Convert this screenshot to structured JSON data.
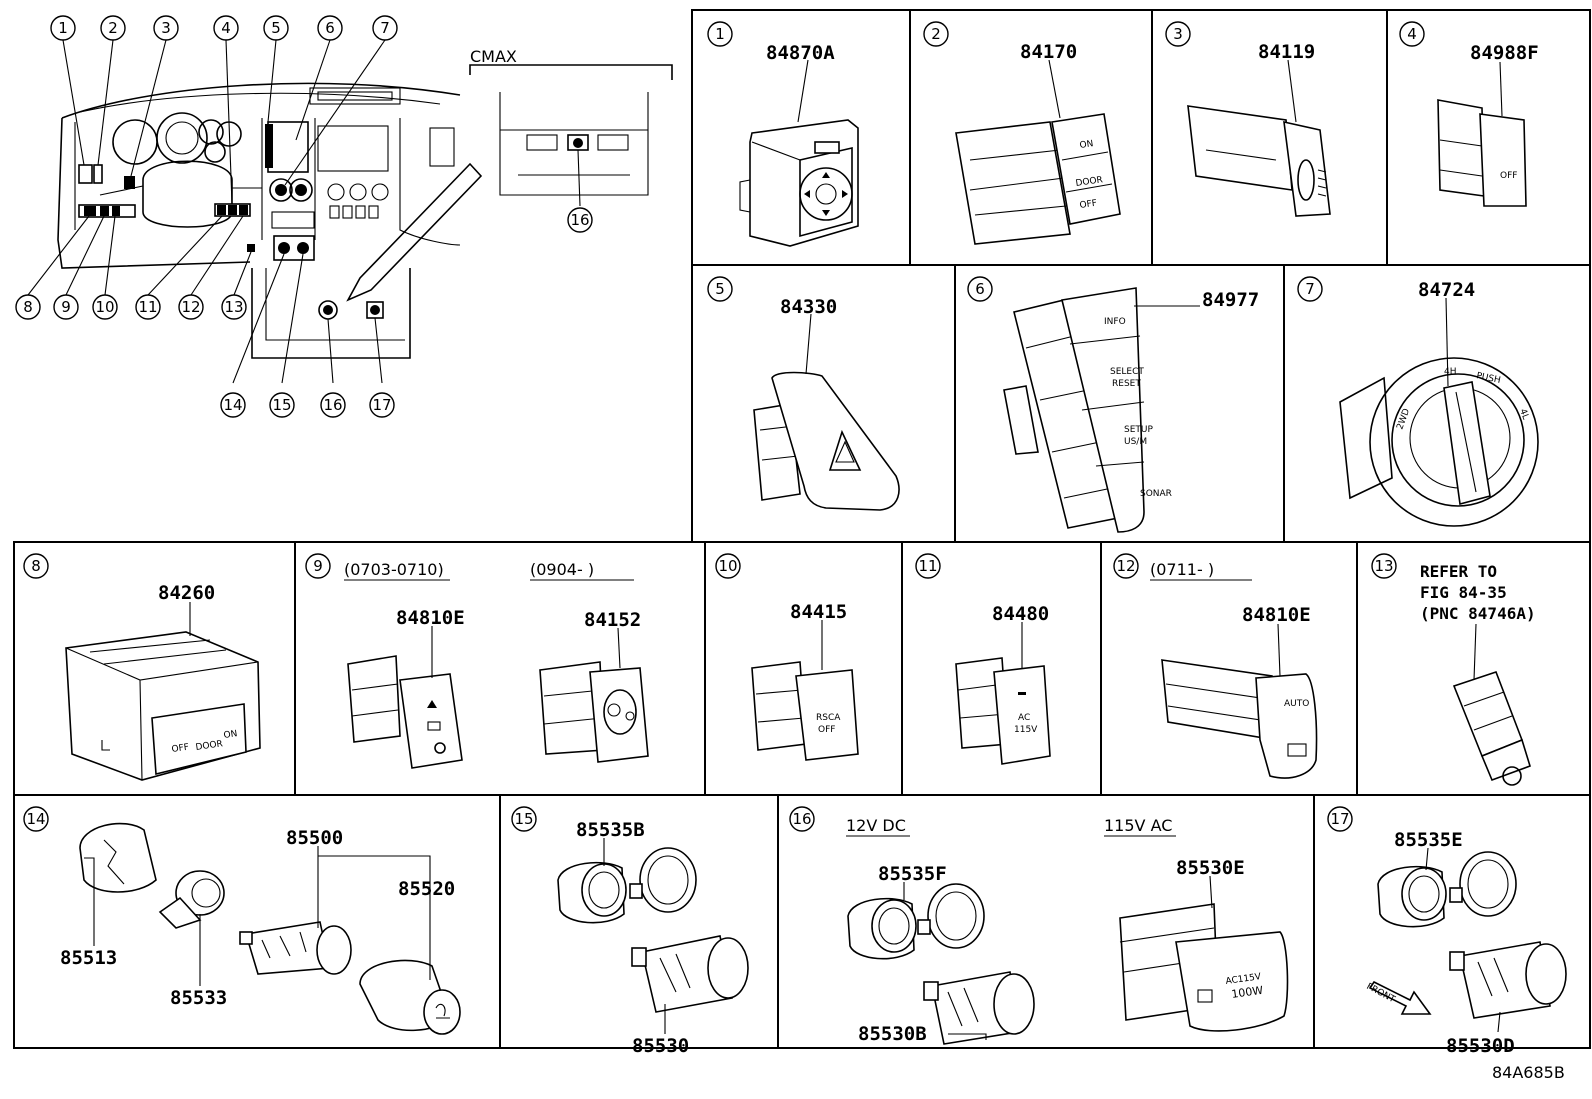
{
  "callouts": [
    "1",
    "2",
    "3",
    "4",
    "5",
    "6",
    "7",
    "8",
    "9",
    "10",
    "11",
    "12",
    "13",
    "14",
    "15",
    "16",
    "17"
  ],
  "overview": {
    "cmax_label": "CMAX",
    "cmax_callout": "16"
  },
  "cells": [
    {
      "no": "1",
      "parts": [
        "84870A"
      ]
    },
    {
      "no": "2",
      "parts": [
        "84170"
      ]
    },
    {
      "no": "3",
      "parts": [
        "84119"
      ]
    },
    {
      "no": "4",
      "parts": [
        "84988F"
      ]
    },
    {
      "no": "5",
      "parts": [
        "84330"
      ]
    },
    {
      "no": "6",
      "parts": [
        "84977"
      ]
    },
    {
      "no": "7",
      "parts": [
        "84724"
      ]
    },
    {
      "no": "8",
      "parts": [
        "84260"
      ]
    },
    {
      "no": "9",
      "parts": [
        "84810E",
        "84152"
      ],
      "ranges": [
        "(0703-0710)",
        "(0904-      )"
      ]
    },
    {
      "no": "10",
      "parts": [
        "84415"
      ]
    },
    {
      "no": "11",
      "parts": [
        "84480"
      ]
    },
    {
      "no": "12",
      "parts": [
        "84810E"
      ],
      "ranges": [
        "(0711-      )"
      ]
    },
    {
      "no": "13",
      "note": [
        "REFER TO",
        "FIG 84-35",
        "(PNC 84746A)"
      ]
    },
    {
      "no": "14",
      "parts": [
        "85500",
        "85520",
        "85513",
        "85533"
      ]
    },
    {
      "no": "15",
      "parts": [
        "85535B",
        "85530"
      ]
    },
    {
      "no": "16",
      "parts": [
        "85535F",
        "85530E",
        "85530B"
      ],
      "labels": [
        "12V DC",
        "115V AC"
      ]
    },
    {
      "no": "17",
      "parts": [
        "85535E",
        "85530D"
      ],
      "front": "FRONT"
    }
  ],
  "switch_text": {
    "s2": [
      "ON",
      "DOOR",
      "OFF"
    ],
    "s6": [
      "INFO",
      "SELECT",
      "RESET",
      "SETUP",
      "US/M",
      "SONAR"
    ],
    "s7": [
      "4H",
      "PUSH",
      "2WD",
      "4L"
    ],
    "s8": [
      "OFF",
      "DOOR",
      "ON"
    ],
    "s10": [
      "RSCA",
      "OFF"
    ],
    "s11": [
      "AC",
      "115V"
    ],
    "s12": [
      "AUTO"
    ],
    "s4": [
      "OFF"
    ],
    "s16": [
      "AC115V",
      "100W"
    ]
  },
  "figure_id": "84A685B"
}
